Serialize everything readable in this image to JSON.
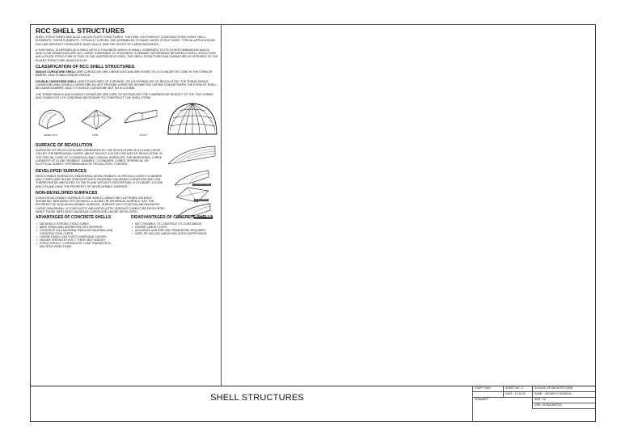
{
  "doc": {
    "title": "RCC SHELL STRUCTURES",
    "intro1": "SHELL STRUCTURES ARE ALSO CALLED PLATE STRUCTURES. THEY ARE LIGHTWEIGHT CONSTRUCTIONS USING SHELL ELEMENTS. THESE ELEMENTS, TYPICALLY CURVED, ARE ASSEMBLED TO MAKE LARGE STRUCTURES. TYPICAL APPLICATIONS INCLUDE AIRCRAFT FUSELAGES, BOAT HULLS, AND THE ROOFS OF LARGE BUILDINGS.",
    "intro2": "A THIN SHELL IS DEFINED AS A SHELL WITH A THICKNESS WHICH IS SMALL COMPARED TO ITS OTHER DIMENSIONS AND IN WHICH DEFORMATIONS ARE NOT LARGE COMPARED TO THICKNESS. A PRIMARY DIFFERENCE BETWEEN A SHELL STRUCTURE AND A PLATE STRUCTURE IS THAT, IN THE UNSTRESSED STATE, THE SHELL STRUCTURE HAS CURVATURE AS OPPOSED TO THE PLATES STRUCTURE WHICH IS FLAT.",
    "classification_heading": "CLASSIFICATION OF RCC SHELL STRUCTURES",
    "single_term": "SINGLE CURVATURE SHELL:",
    "single_text": " ARE CURVED ON ONE LINEAR AXIS AND ARE A PART OF A CYLINDER OR CONE IN THE FORM OF BARREL VAULTS AND CONOID SHELLS.",
    "double_term": "DOUBLE CURVATURE SHELL:",
    "double_text": " ARE EITHER PART OF A SPHERE, OR A HYPERBOLOID OF REVOLUTION. THE TERMS SINGLE CURVATURE AND DOUBLE CURVATURE DO NOT PROVIDE A PRECISE GEOMETRIC DISTINCTION BETWEEN THE FORM OF SHELL BECAUSE A BARREL VAULT IS SINGLE CURVATURE BUT SO IS A DOME.",
    "terms_text": "THE TERMS SINGLE AND DOUBLE CURVATURE ARE USED TO DISTINGUISH THE COMPARATIVE RIGIDITY OF THE TWO FORMS AND COMPLEXITY OF CENTRING NECESSARY TO CONSTRUCT THE SHELL FORM.",
    "fig_labels": [
      "BARREL VAULT",
      "DOME",
      "CONOID"
    ],
    "revolution_heading": "SURFACE OF REVOLUTION",
    "revolution_text": "SURFACES OF REVOLUTION ARE GENERATED BY THE REVOLUTION OF A PLANE CURVE, CALLED THE MERIDIONAL CURVE, ABOUT AN AXIS, CALLED THE AXIS OF REVOLUTION. IN THE SPECIAL CASE OF CYLINDRICAL AND CONICAL SURFACES, THE MERIDIONAL CURVE CONSISTS OF A LINE SEGMENT. EXAMPLE: CYLINDERS, CONES, SPHERICAL OR ELLIPTICAL DOMES, HYPERBOLOIDS OF REVOLUTION, TOROIDS.",
    "developed_heading": "DEVELOPED SURFACES",
    "developed_text": "DEVELOPABLE SURFACES (TANGENTIAL DEVELOPABLES, IN SPECIAL CASES CYLINDERS AND CONES) ARE RULED SURFACES WITH VANISHING GAUSSIAN CURVATURE AND CAN THEREFORE BE UNFOLDED TO THE PLANE WITHOUT DISTORTIONS. A CYLINDER, A CONE AND A PLANE HAVE THE PROPERTY OF DEVELOPABLE SURFACE.",
    "nondeveloped_heading": "NON-DEVELOPED SURFACES",
    "nondeveloped_text": "A NON-DEVELOPABLE SURFACE IS ONE WHICH CANNOT BE FLATTENED WITHOUT SHRINKING, BREAKING OR CREASING. A GLOBE OR SPHERICAL SURFACE HAS THE PROPERTY OF NON-DEVELOPABLE SURFACE. SURFACE WITH POSITIVE AND NEGATIVE CURVE (GAUSSIAN), I.E SYNCLASTIC AND ANTICLASTIC SURFACE CANNOT BE DEVELOPED WHILE THOSE WITH ZERO GAUSSIAN CURVATURE CAN BE DEVELOPED.",
    "advantages_heading": "ADVANTAGES OF CONCRETE SHELLS",
    "advantages": [
      "NATURALLY STRONG STRUCTURES",
      "WIDE SPANS AND UNOBSTRUCTED INTERIOR",
      "CONCRETE AS A MATERIAL REDUCES MATERIAL AND CONSTRUCTION COSTS",
      "CAN BE EASILY CAST INTO COMPOUND CURVES",
      "HIGHER STRENGTH W.R.T. THEIR SELF-WEIGHT",
      "STRUCTURALLY CONTINUOUS, LOAD TRANSFER IN MULTIPLE DIRECTIONS"
    ],
    "disadvantages_heading": "DISADVANTAGES OF CONCRETE SHELLS",
    "disadvantages": [
      "NOT POSSIBLE TO CONSTRUCT FLOORS ABOVE",
      "HIGHER LABOR COSTS",
      "ACCURATE AND PRECISE FRAMEWORK REQUIRED",
      "NEED OF SKILLED LABOR AND GOOD SUPERVISION"
    ],
    "tags": [
      "SYN. SALE SHEAR",
      "SYN. CONOID",
      "SYN. SALE SHEAR"
    ]
  },
  "footer": {
    "sheet_title": "SHELL STRUCTURES",
    "staff_sign": "STAFF SIGN",
    "sheet_no": "SHEET NO : 2",
    "school": "SCHOOL OF ARCHITECTURE",
    "date": "DATE : 13.10.24",
    "name": "NAME : SUNIDHI S KANDEAL",
    "remarks": "REMARKS",
    "sem": "SEM : VII",
    "usn": "USN : 01FA21BAT024"
  }
}
